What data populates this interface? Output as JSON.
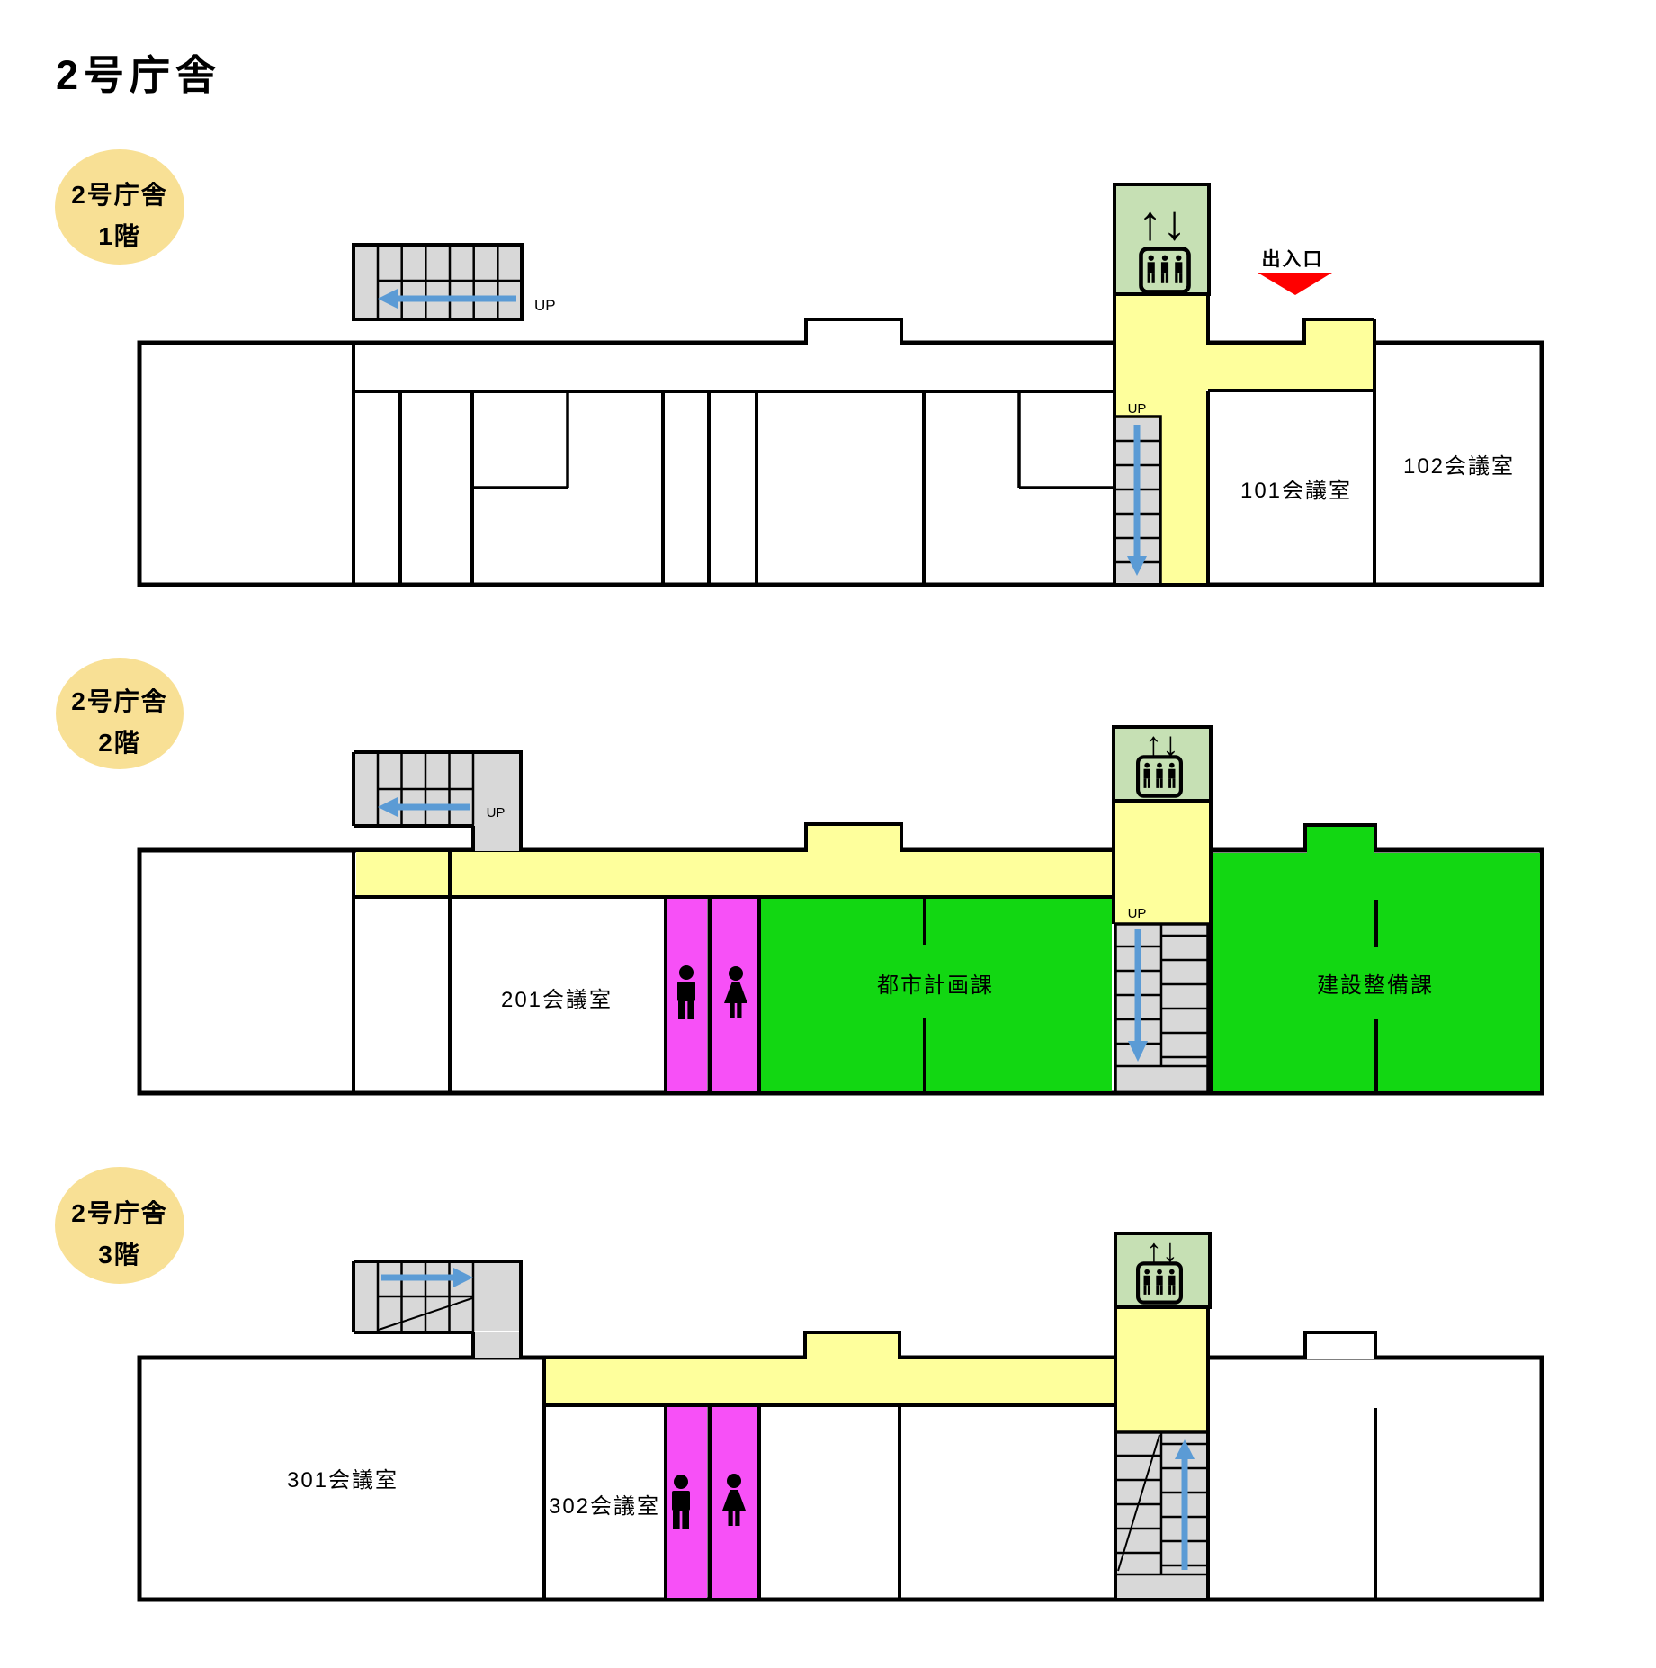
{
  "title": "2号庁舎",
  "badges": [
    {
      "line1": "2号庁舎",
      "line2": "1階"
    },
    {
      "line1": "2号庁舎",
      "line2": "2階"
    },
    {
      "line1": "2号庁舎",
      "line2": "3階"
    }
  ],
  "floor1": {
    "up_stairs_label": "UP",
    "up_mid_label": "UP",
    "entrance_label": "出入口",
    "rooms": {
      "r101": "101会議室",
      "r102": "102会議室"
    }
  },
  "floor2": {
    "up_stairs_label": "UP",
    "up_mid_label": "UP",
    "rooms": {
      "r201": "201会議室",
      "urban_planning": "都市計画課",
      "construction": "建設整備課"
    }
  },
  "floor3": {
    "rooms": {
      "r301": "301会議室",
      "r302": "302会議室"
    }
  },
  "icons": {
    "elevator_updown": "↑↓"
  },
  "colors": {
    "corridor": "#FEFF9C",
    "stairs": "#D8D8D8",
    "elevator_box": "#C6E0B4",
    "department_room": "#12D712",
    "toilet": "#F750F7",
    "badge": "#F8E095",
    "entrance_arrow": "#FF0000",
    "route_arrow": "#5B9BD5"
  }
}
